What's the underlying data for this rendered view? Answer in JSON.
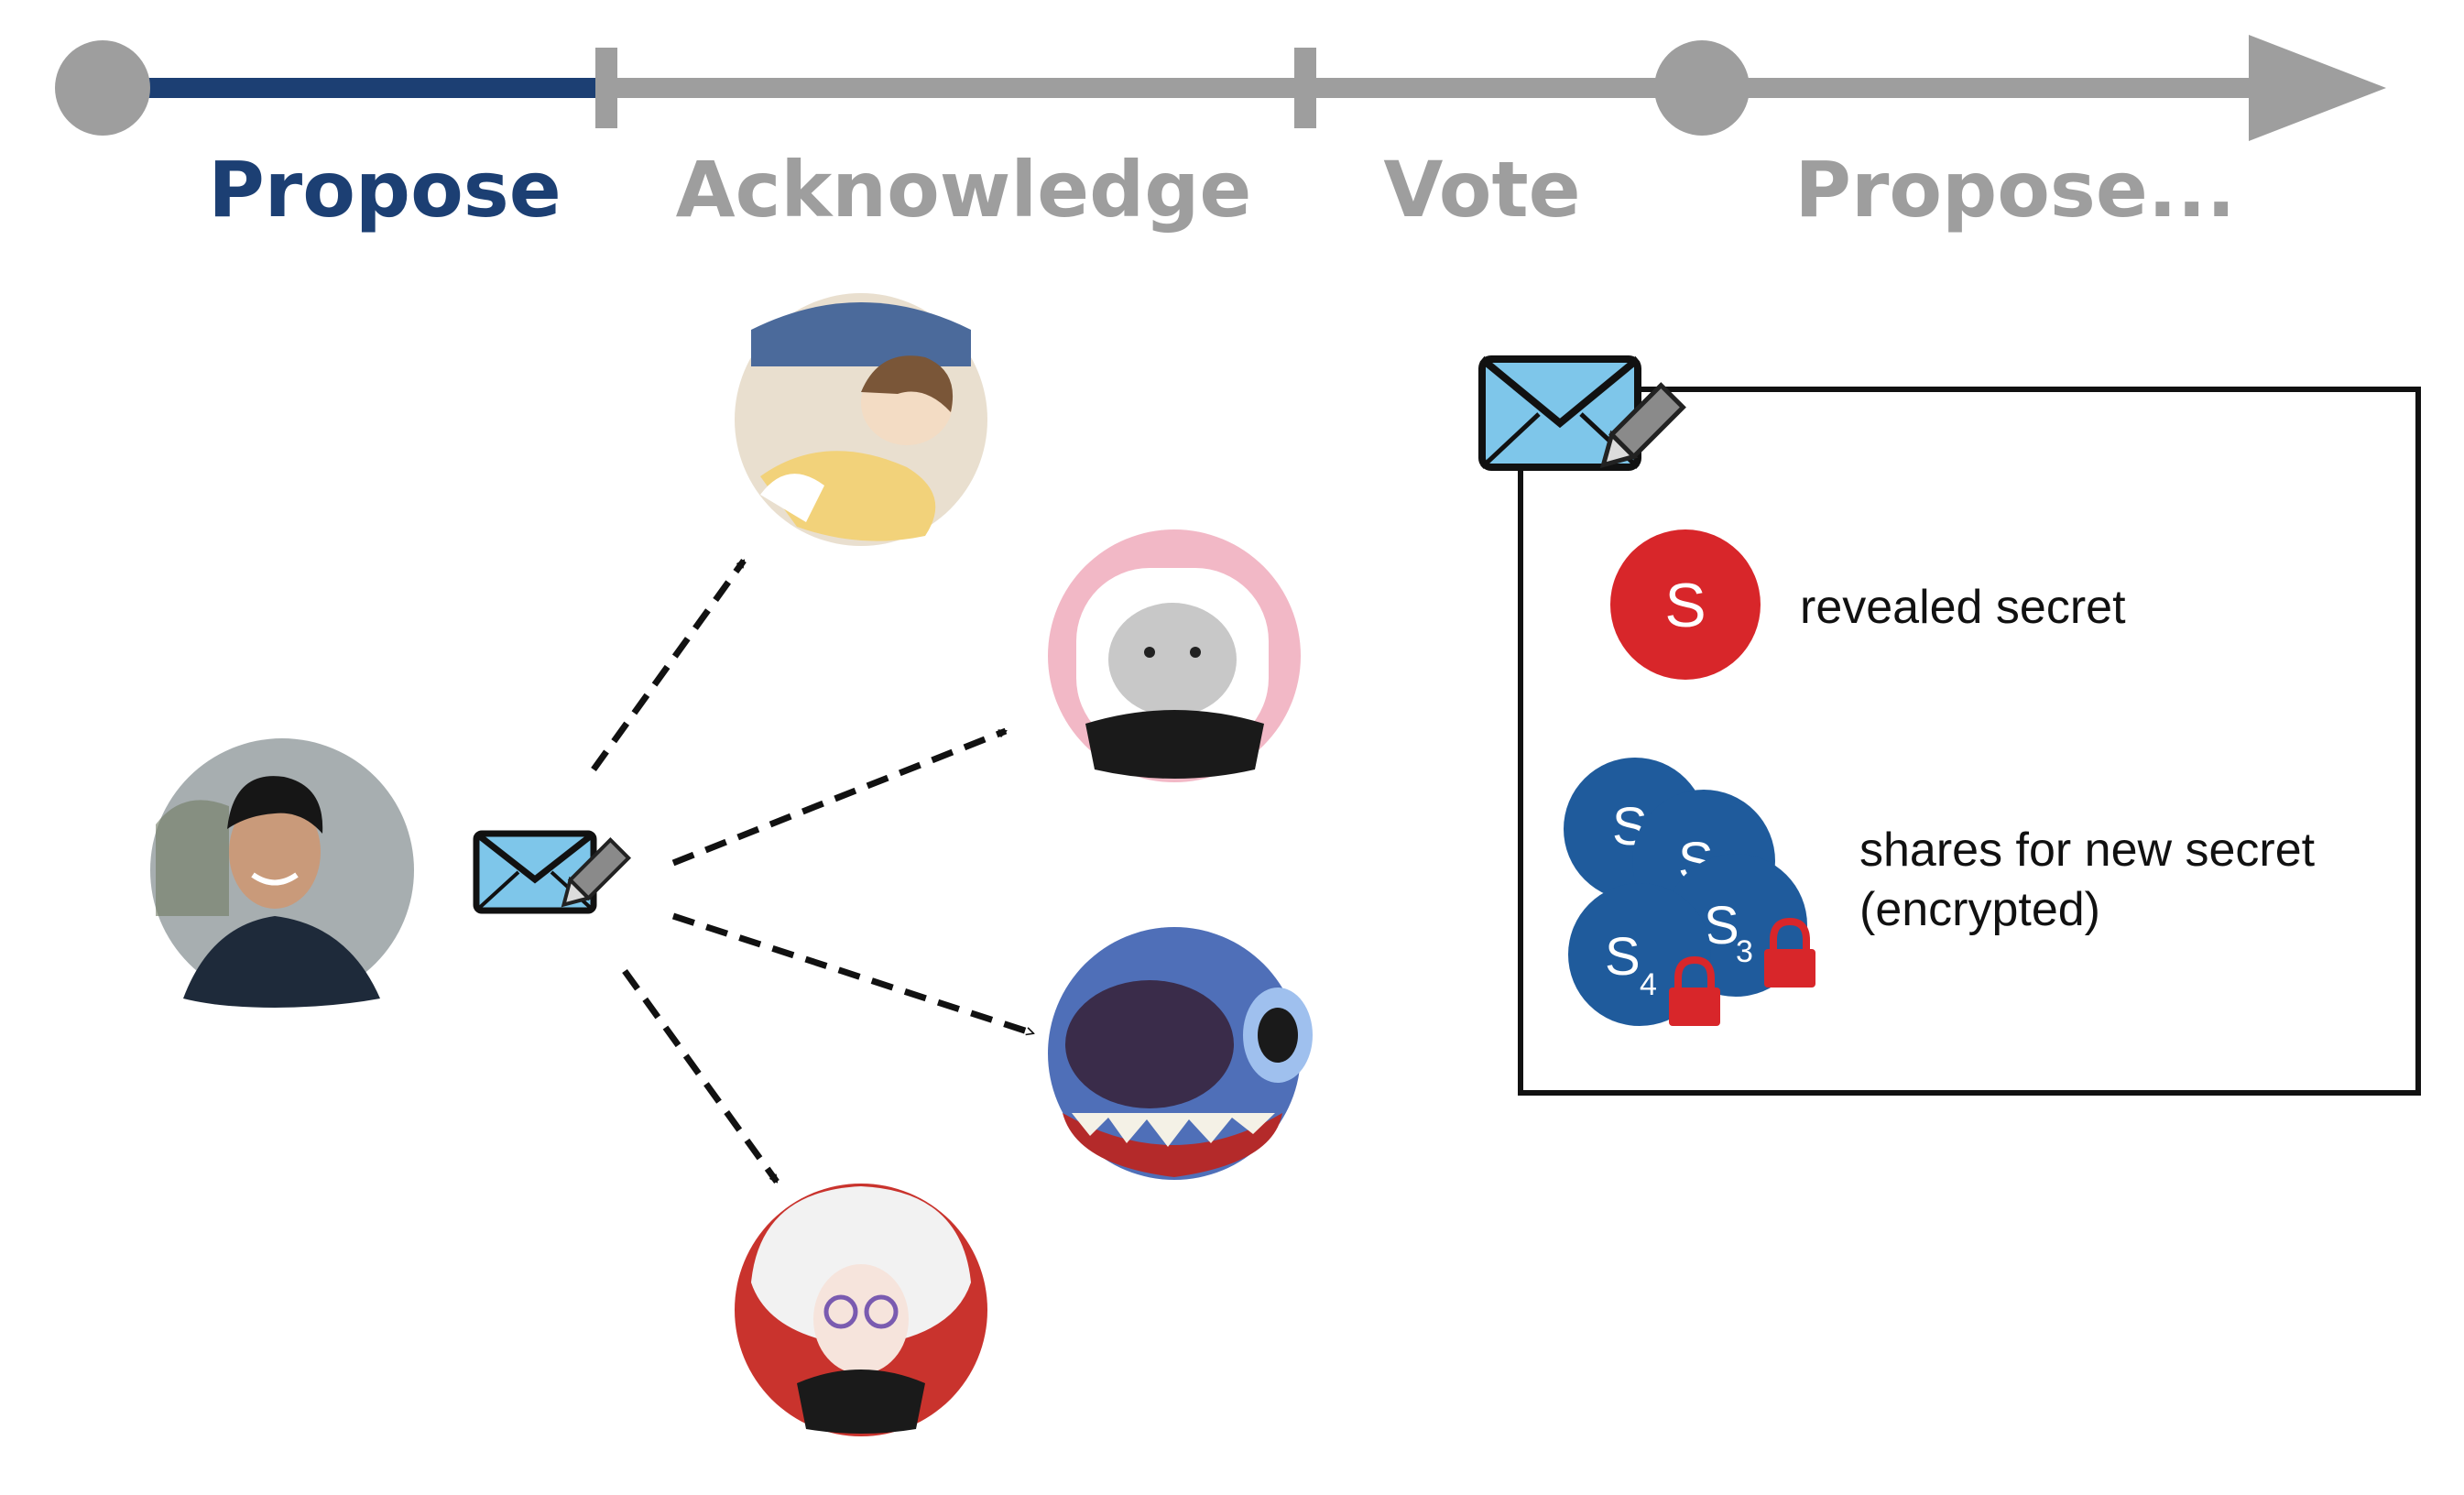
{
  "timeline": {
    "phases": [
      {
        "label": "Propose",
        "active": true
      },
      {
        "label": "Acknowledge",
        "active": false
      },
      {
        "label": "Vote",
        "active": false
      },
      {
        "label": "Propose...",
        "active": false
      }
    ],
    "active_color": "#1c3f73",
    "inactive_color": "#9e9e9e"
  },
  "proposer": {
    "avatar_icon": "proposer-avatar-photo"
  },
  "message_icon": "envelope-with-pencil-icon",
  "recipients": [
    {
      "avatar_icon": "recipient-avatar-illustration-1"
    },
    {
      "avatar_icon": "recipient-avatar-illustration-2"
    },
    {
      "avatar_icon": "recipient-avatar-illustration-3"
    },
    {
      "avatar_icon": "recipient-avatar-illustration-4"
    }
  ],
  "legend": {
    "revealed_secret": {
      "symbol": "S",
      "label": "revealed secret",
      "color": "#d8262a"
    },
    "shares": {
      "label_line1": "shares for new secret",
      "label_line2": "(encrypted)",
      "color": "#1f5b9c",
      "lock_color": "#d8262a",
      "items": [
        {
          "symbol": "S",
          "subscript": ""
        },
        {
          "symbol": "S",
          "subscript": ""
        },
        {
          "symbol": "S",
          "subscript": "3"
        },
        {
          "symbol": "S",
          "subscript": "4"
        }
      ]
    }
  }
}
